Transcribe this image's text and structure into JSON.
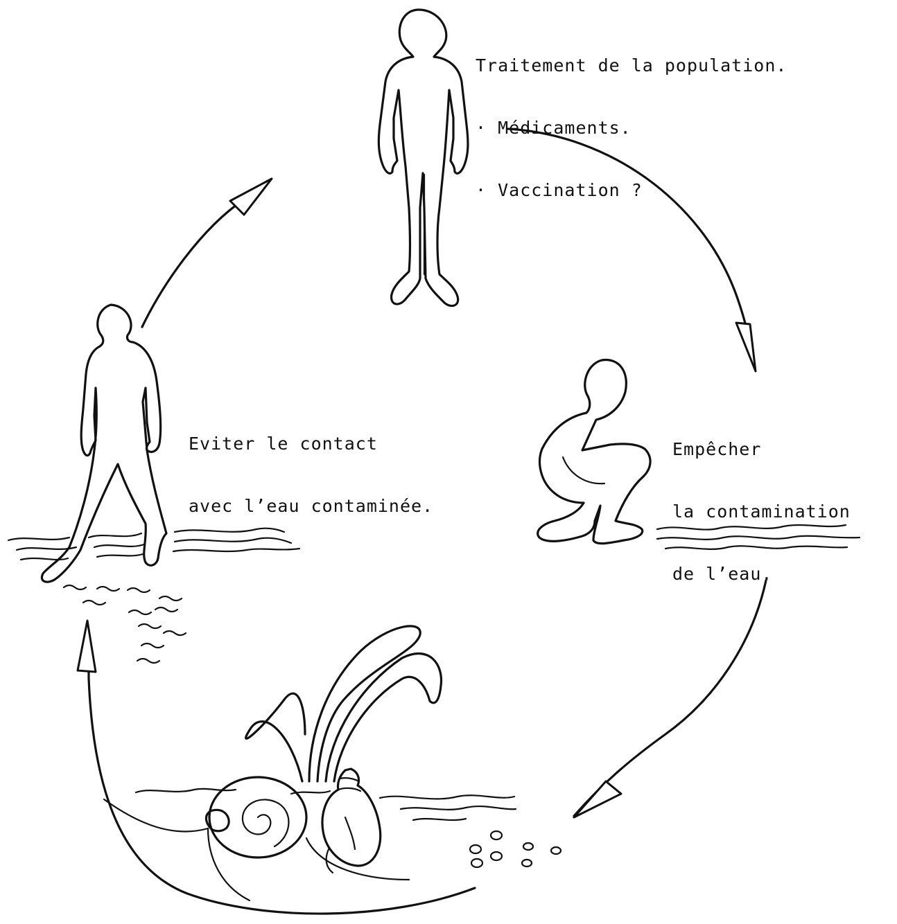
{
  "labels": {
    "treatment": {
      "title": "Traitement de la population.",
      "items": [
        "· Médicaments.",
        "· Vaccination ?"
      ]
    },
    "avoid_contact": [
      "Eviter le contact",
      "avec l’eau contaminée."
    ],
    "prevent_contamination": [
      "Empêcher",
      "la contamination",
      "de l’eau."
    ]
  },
  "icons": {
    "standing_person": "standing-person-icon",
    "crouching_person": "crouching-person-icon",
    "walking_person": "walking-person-icon",
    "snails": "snail-icon",
    "water": "water-waves-icon",
    "eggs": "eggs-icon",
    "larvae": "larvae-icon",
    "plant": "water-plant-icon"
  },
  "colors": {
    "ink": "#111111",
    "background": "#ffffff"
  }
}
